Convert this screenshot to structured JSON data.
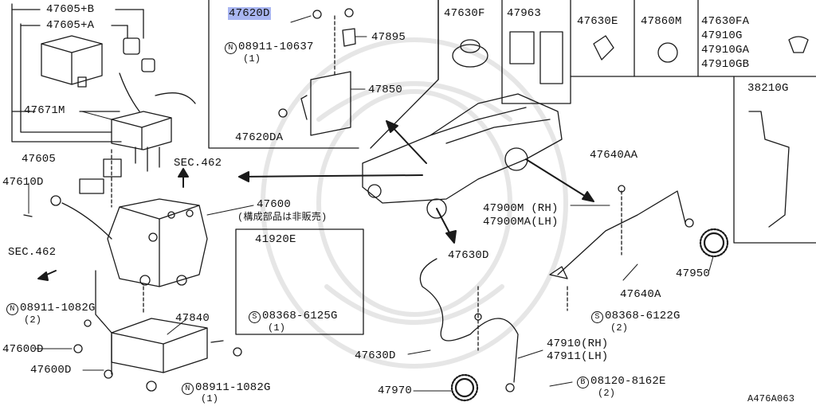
{
  "diagram": {
    "code": "A476A063",
    "colors": {
      "line": "#1a1a1a",
      "highlight": "#a9b6f2",
      "watermark": "#e6e6e6"
    },
    "labels": {
      "p47605b": "47605+B",
      "p47605a": "47605+A",
      "p47671m": "47671M",
      "p47605": "47605",
      "p47610d": "47610D",
      "p47620d": "47620D",
      "n08911_10637": "08911-10637",
      "n08911_10637_q": "(1)",
      "p47895": "47895",
      "p47850": "47850",
      "p47620da": "47620DA",
      "p47630f": "47630F",
      "p47963": "47963",
      "p47630e": "47630E",
      "p47860m": "47860M",
      "p47630fa": "47630FA",
      "p47910g": "47910G",
      "p47910ga": "47910GA",
      "p47910gb": "47910GB",
      "p38210g": "38210G",
      "sec462a": "SEC.462",
      "sec462b": "SEC.462",
      "p47600": "47600",
      "p47600_note": "(構成部品は非販売)",
      "p41920e": "41920E",
      "s08368_6125g": "08368-6125G",
      "s08368_6125g_q": "(1)",
      "p47640aa": "47640AA",
      "p47900m": "47900M (RH)",
      "p47900ma": "47900MA(LH)",
      "p47630d_a": "47630D",
      "p47640a": "47640A",
      "p47950": "47950",
      "s08368_6122g": "08368-6122G",
      "s08368_6122g_q": "(2)",
      "n08911_1082g_a": "08911-1082G",
      "n08911_1082g_a_q": "(2)",
      "p47840": "47840",
      "p47600d_a": "47600D",
      "p47600d_b": "47600D",
      "n08911_1082g_b": "08911-1082G",
      "n08911_1082g_b_q": "(1)",
      "p47630d_b": "47630D",
      "p47910": "47910(RH)",
      "p47911": "47911(LH)",
      "p47970": "47970",
      "b08120_8162e": "08120-8162E",
      "b08120_8162e_q": "(2)",
      "mark_n": "N",
      "mark_s": "S",
      "mark_b": "B"
    }
  }
}
